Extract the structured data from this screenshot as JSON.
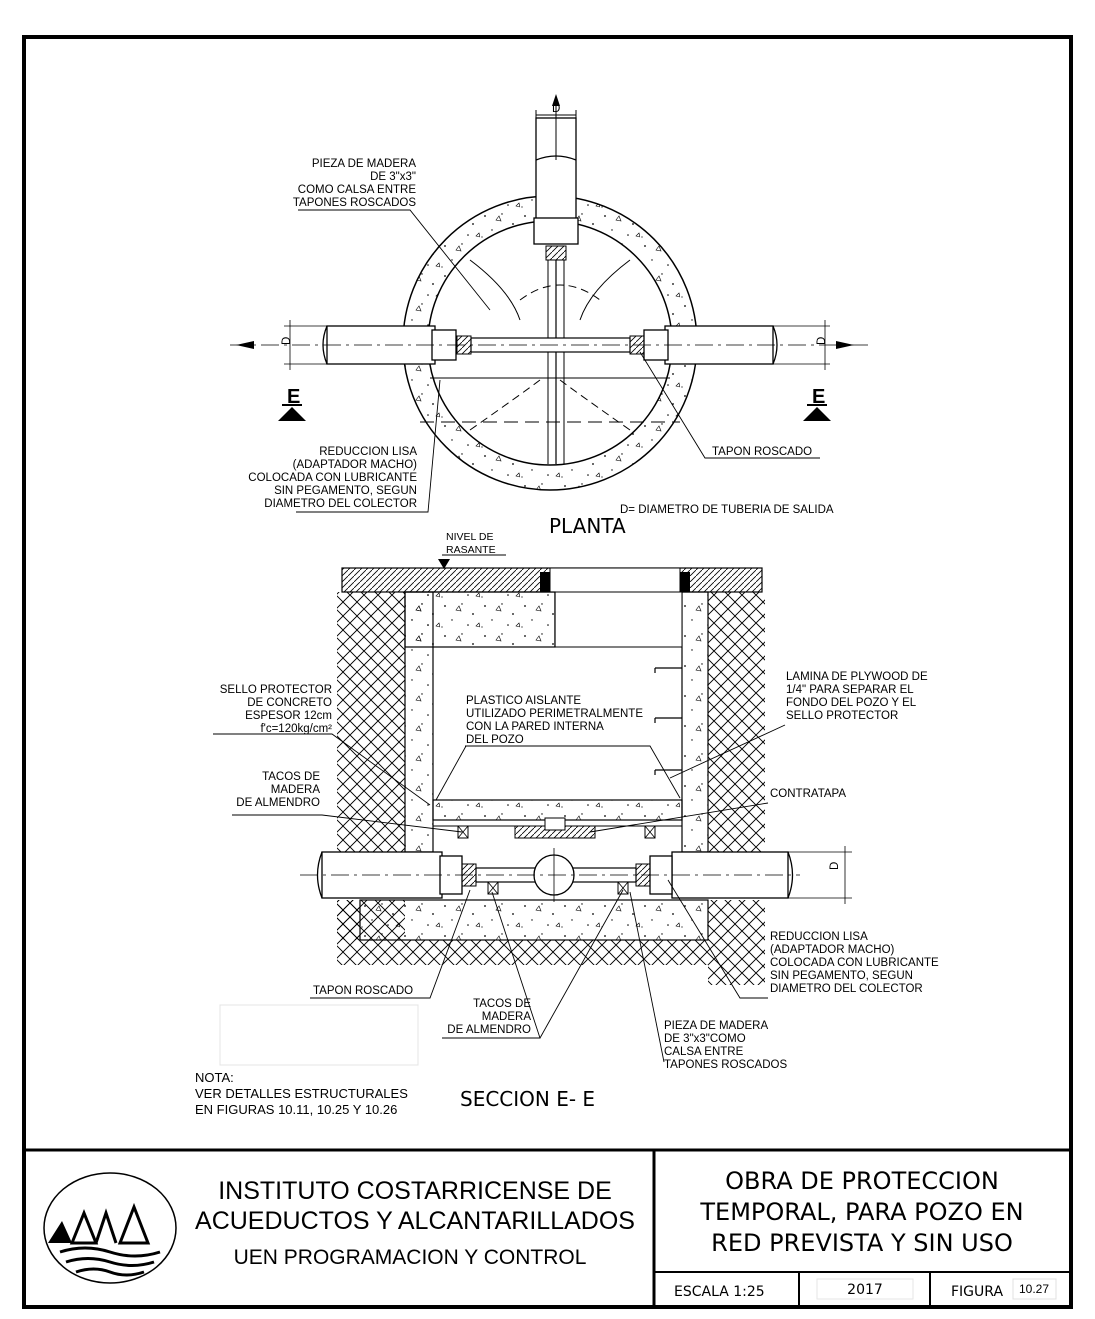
{
  "plan": {
    "title": "PLANTA",
    "d_label": "D",
    "section_mark": "E",
    "notes": {
      "pieza_madera": [
        "PIEZA DE MADERA",
        "DE 3\"x3\"",
        "COMO CALSA ENTRE",
        "TAPONES ROSCADOS"
      ],
      "reduccion_lisa": [
        "REDUCCION LISA",
        "(ADAPTADOR MACHO)",
        "COLOCADA CON LUBRICANTE",
        "SIN PEGAMENTO, SEGUN",
        "DIAMETRO DEL COLECTOR"
      ],
      "tapon_roscado": "TAPON ROSCADO",
      "d_def": "D= DIAMETRO DE TUBERIA DE SALIDA"
    }
  },
  "section": {
    "title": "SECCION E- E",
    "nivel": [
      "NIVEL DE",
      "RASANTE"
    ],
    "d_label": "D",
    "notes": {
      "sello": [
        "SELLO PROTECTOR",
        "DE CONCRETO",
        "ESPESOR 12cm",
        "f'c=120kg/cm²"
      ],
      "plastico": [
        "PLASTICO AISLANTE",
        "UTILIZADO PERIMETRALMENTE",
        "CON LA PARED INTERNA",
        "DEL POZO"
      ],
      "lamina": [
        "LAMINA DE PLYWOOD DE",
        "1/4\" PARA SEPARAR EL",
        "FONDO DEL POZO Y EL",
        "SELLO PROTECTOR"
      ],
      "tacos_top": [
        "TACOS DE",
        "MADERA",
        "DE ALMENDRO"
      ],
      "contratapa": "CONTRATAPA",
      "reduccion": [
        "REDUCCION LISA",
        "(ADAPTADOR MACHO)",
        "COLOCADA CON LUBRICANTE",
        "SIN PEGAMENTO, SEGUN",
        "DIAMETRO DEL COLECTOR"
      ],
      "tapon": "TAPON ROSCADO",
      "tacos_bot": [
        "TACOS DE",
        "MADERA",
        "DE ALMENDRO"
      ],
      "pieza": [
        "PIEZA DE MADERA",
        "DE 3\"x3\"COMO",
        "CALSA ENTRE",
        "TAPONES ROSCADOS"
      ]
    }
  },
  "nota": [
    "NOTA:",
    "VER DETALLES ESTRUCTURALES",
    "EN FIGURAS 10.11, 10.25 Y 10.26"
  ],
  "title_block": {
    "logo_text": "AyA",
    "institution": [
      "INSTITUTO COSTARRICENSE DE",
      "ACUEDUCTOS Y ALCANTARILLADOS"
    ],
    "unit": "UEN PROGRAMACION Y CONTROL",
    "obra": [
      "OBRA  DE  PROTECCION",
      "TEMPORAL,  PARA  POZO  EN",
      "RED  PREVISTA  Y  SIN  USO"
    ],
    "escala": "ESCALA  1:25",
    "year": "2017",
    "figura_label": "FIGURA",
    "figura_num": "10.27"
  }
}
